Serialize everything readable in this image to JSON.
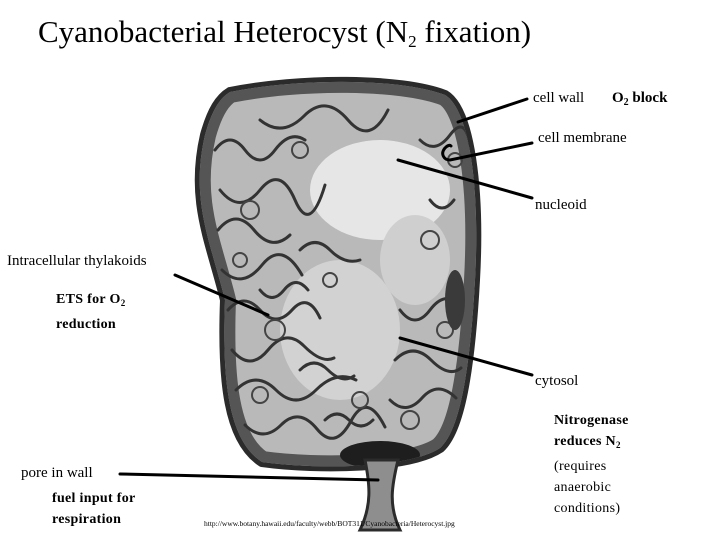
{
  "title": {
    "main": "Cyanobacterial Heterocyst (N",
    "sub": "2",
    "tail": " fixation)"
  },
  "labels": {
    "cell_wall": "cell wall",
    "o2_block_main": "O",
    "o2_block_sub": "2",
    "o2_block_tail": " block",
    "cell_membrane": "cell membrane",
    "nucleoid": "nucleoid",
    "thylakoids": "Intracellular thylakoids",
    "ets_line1_main": "ETS for O",
    "ets_line1_sub": "2",
    "ets_line2": "reduction",
    "cytosol": "cytosol",
    "nitrogenase_line1": "Nitrogenase",
    "nitrogenase_line2_main": "reduces N",
    "nitrogenase_line2_sub": "2",
    "nitrogenase_line3": "(requires",
    "nitrogenase_line4": "anaerobic",
    "nitrogenase_line5": "conditions)",
    "pore": "pore in wall",
    "fuel_line1": "fuel input for",
    "fuel_line2": "respiration"
  },
  "credit": "http://www.botany.hawaii.edu/faculty/webb/BOT311/Cyanobacteria/Heterocyst.jpg"
}
